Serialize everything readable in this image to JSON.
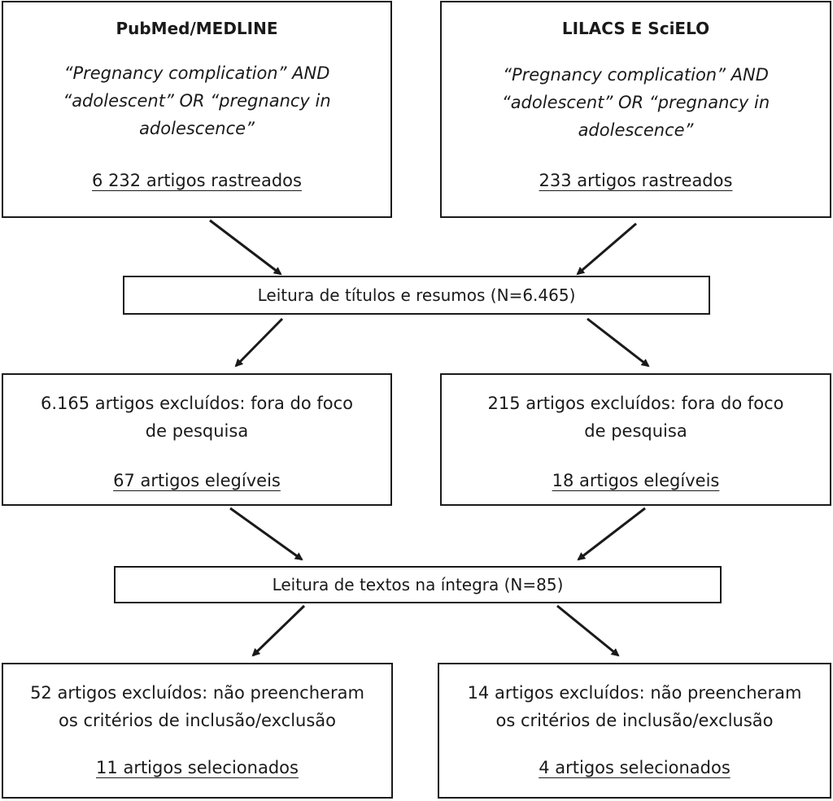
{
  "sources": {
    "left": {
      "title": "PubMed/MEDLINE",
      "query_lines": [
        "“Pregnancy complication” AND",
        "“adolescent” OR “pregnancy in",
        "adolescence”"
      ],
      "count": "6 232 artigos rastreados"
    },
    "right": {
      "title": "LILACS E SciELO",
      "query_lines": [
        "“Pregnancy complication” AND",
        "“adolescent” OR “pregnancy in",
        "adolescence”"
      ],
      "count": "233 artigos rastreados"
    }
  },
  "screening": {
    "label": "Leitura de títulos e resumos  (N=6.465)"
  },
  "eligibility": {
    "left": {
      "excluded_lines": [
        "6.165 artigos excluídos: fora do foco",
        "de pesquisa"
      ],
      "count": "67 artigos elegíveis"
    },
    "right": {
      "excluded_lines": [
        "215 artigos excluídos: fora do foco",
        "de pesquisa"
      ],
      "count": "18 artigos elegíveis"
    }
  },
  "fulltext": {
    "label": "Leitura de textos na íntegra (N=85)"
  },
  "selection": {
    "left": {
      "excluded_lines": [
        "52 artigos excluídos: não preencheram",
        "os critérios de inclusão/exclusão"
      ],
      "count": "11 artigos selecionados"
    },
    "right": {
      "excluded_lines": [
        "14 artigos excluídos: não preencheram",
        "os critérios de inclusão/exclusão"
      ],
      "count": "4 artigos selecionados"
    }
  },
  "colors": {
    "line": "#1a1a1a",
    "background": "#ffffff"
  }
}
